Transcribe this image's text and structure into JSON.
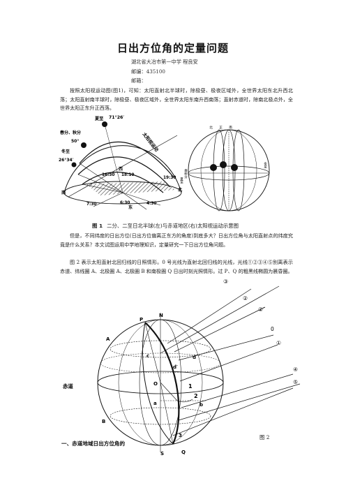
{
  "header": {
    "title": "日出方位角的定量问题",
    "author": "湖北省大冶市第一中学 程良安",
    "postcode": "邮编：435100",
    "email": "邮箱："
  },
  "intro": "按照太阳视运动图(图1)，可知：太阳直射北半球时，除极昼、极夜区域外，全世界太阳东北升西北落；太阳直射南半球时，除极昼、极夜区域外，全世界太阳东南升西南落；直射赤道时，除南北极点外，全世界太阳正东升正西落。",
  "figure1": {
    "caption_num": "图 1",
    "caption_text": "二分、二至日北半球(左)与赤道地区(右)太阳视运动示意图",
    "labels": {
      "summer": "夏至",
      "angle_top": "71°26′",
      "equinox": "春分、秋分",
      "lat50": "50°",
      "winter": "冬至",
      "angle_low": "26°34′",
      "south": "南",
      "north": "北",
      "east": "东",
      "path": "太阳视运动",
      "west": "西",
      "t1630": "16:30",
      "t1810": "18:10",
      "t1930": "19:30",
      "t730": "7:30",
      "t630": "6:30",
      "t430": "4:30",
      "r_left1": "夏至",
      "r_left2": "春秋分",
      "r_left3": "冬至",
      "r_top1": "北",
      "r_top2": "正",
      "r_top3": "南"
    }
  },
  "para2": "但是，不同纬度的日出方位(日出方位偏离正东方的角度)到底多大？日出方位角与太阳直射点的纬度究竟是什么关系？本文试图运用中学地理知识，定量研究一下日出方位角问题。",
  "para3": "图 2 表示太阳直射北回归线的日照情形。0 号光线为直射北回归线的光线，光线①②③④⑤别离表示赤道、纬线圈 A、北极圈 A、北极圈 B 和南极圈 Q 日出时刻光照情形。过 P、Q 的粗黑线椭圆为晨昏圈。",
  "figure2": {
    "label": "图 2",
    "rays": [
      "③",
      "②",
      "②′",
      "0",
      "①",
      "④",
      "⑤"
    ],
    "points": {
      "P": "P",
      "N": "N",
      "A": "A",
      "B": "B",
      "O": "O",
      "S": "S",
      "Q": "Q",
      "a": "a",
      "b": "b",
      "c": "c",
      "d": "d",
      "dprime": "d′",
      "one": "1",
      "two": "2",
      "three": "3"
    },
    "equator_label": "赤道"
  },
  "section1": "一、赤道地域日出方位角的"
}
